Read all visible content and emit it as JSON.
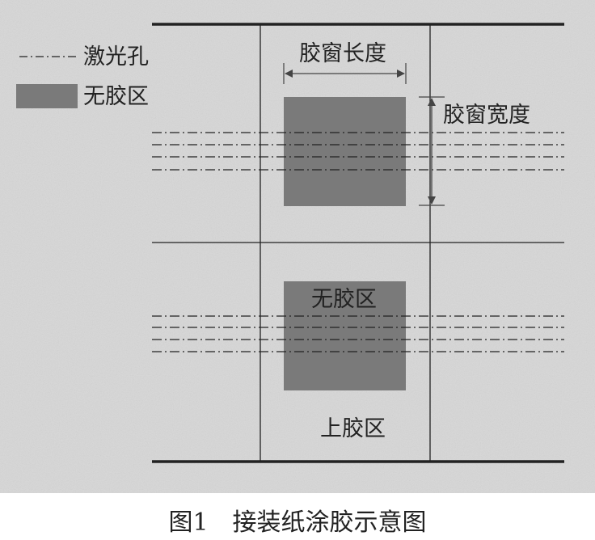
{
  "legend": {
    "laser_hole_label": "激光孔",
    "no_glue_label": "无胶区"
  },
  "labels": {
    "window_length": "胶窗长度",
    "window_width": "胶窗宽度",
    "no_glue_zone": "无胶区",
    "glued_zone": "上胶区"
  },
  "caption": {
    "figure_number": "图1",
    "title": "接装纸涂胶示意图"
  },
  "colors": {
    "background": "#d7d7d7",
    "glue_window": "#7a7a7a",
    "lines": "#222222"
  }
}
